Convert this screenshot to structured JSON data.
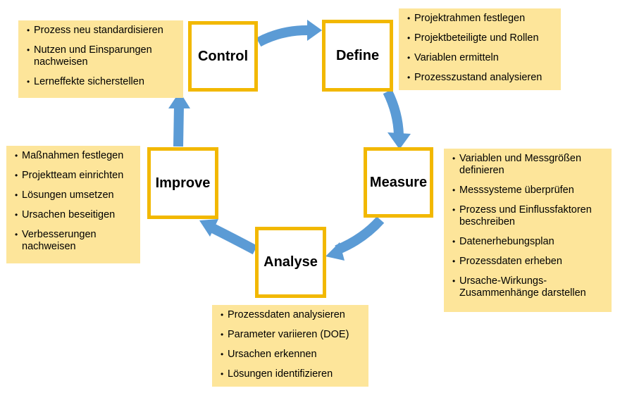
{
  "colors": {
    "arrow": "#5b9bd5",
    "phase_border": "#f2b800",
    "note_bg": "#fde59a"
  },
  "phases": {
    "control": {
      "label": "Control",
      "notes": [
        "Prozess neu standardisieren",
        "Nutzen und Einsparungen nachweisen",
        "Lerneffekte sicherstellen"
      ]
    },
    "define": {
      "label": "Define",
      "notes": [
        "Projektrahmen festlegen",
        "Projektbeteiligte und Rollen",
        "Variablen ermitteln",
        "Prozesszustand analysieren"
      ]
    },
    "measure": {
      "label": "Measure",
      "notes": [
        "Variablen und Messgrößen definieren",
        "Messsysteme überprüfen",
        "Prozess und Einflussfaktoren beschreiben",
        "Datenerhebungsplan",
        "Prozessdaten erheben",
        "Ursache-Wirkungs-Zusammenhänge darstellen"
      ]
    },
    "analyse": {
      "label": "Analyse",
      "notes": [
        "Prozessdaten analysieren",
        "Parameter variieren (DOE)",
        "Ursachen erkennen",
        "Lösungen identifizieren"
      ]
    },
    "improve": {
      "label": "Improve",
      "notes": [
        "Maßnahmen festlegen",
        "Projektteam einrichten",
        "Lösungen umsetzen",
        "Ursachen beseitigen",
        "Verbesserungen nachweisen"
      ]
    }
  }
}
